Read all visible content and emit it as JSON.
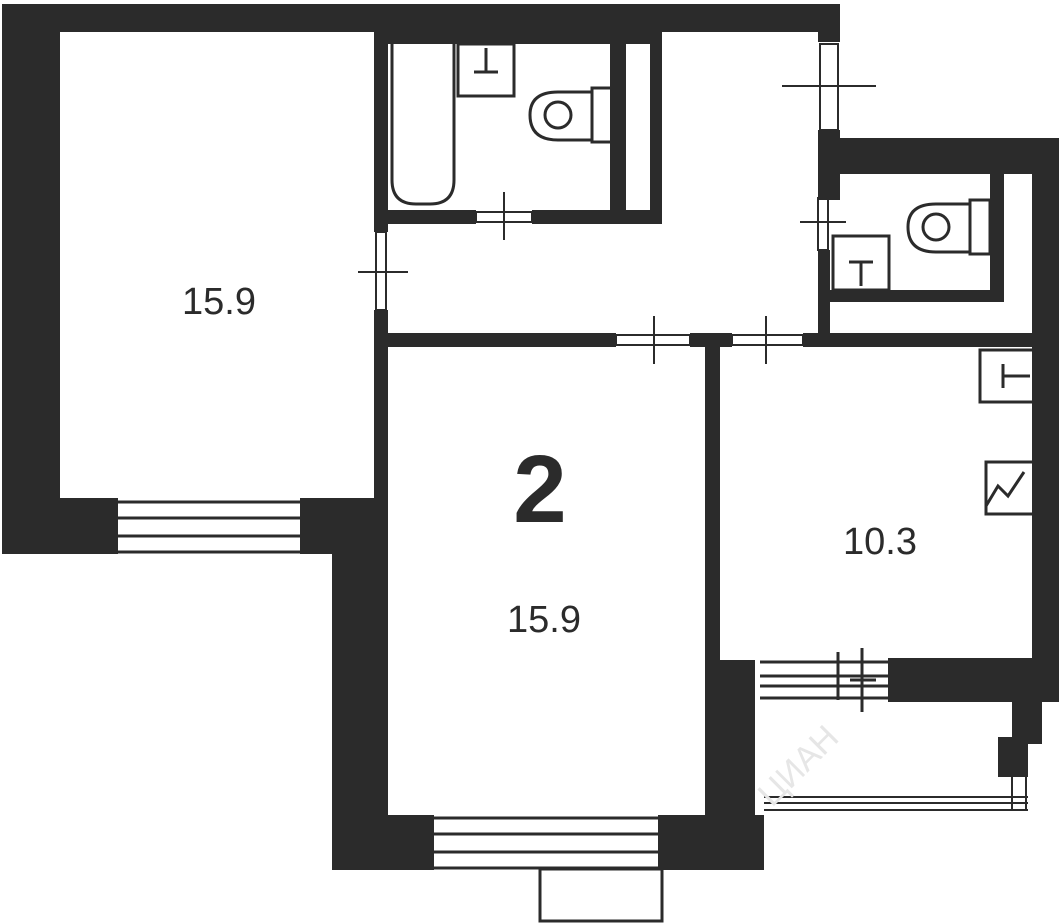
{
  "plan": {
    "rooms_count": "2",
    "rooms": [
      {
        "id": "room-left",
        "area": "15.9"
      },
      {
        "id": "room-center",
        "area": "15.9"
      },
      {
        "id": "kitchen",
        "area": "10.3"
      }
    ],
    "watermark": "ЦИАН"
  },
  "colors": {
    "walls": "#2b2b2b",
    "background": "#ffffff"
  }
}
